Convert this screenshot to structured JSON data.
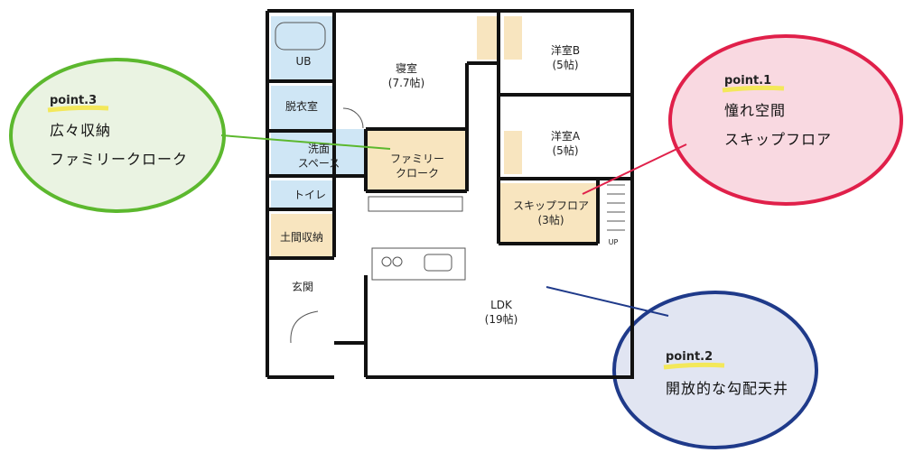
{
  "rooms": {
    "ub": "UB",
    "bedroom": "寝室",
    "bedroom_size": "(7.7帖)",
    "western_b": "洋室B",
    "western_b_size": "(5帖)",
    "western_a": "洋室A",
    "western_a_size": "(5帖)",
    "dressing": "脱衣室",
    "washroom_1": "洗面",
    "washroom_2": "スペース",
    "family_closet_1": "ファミリー",
    "family_closet_2": "クローク",
    "toilet": "トイレ",
    "doma_storage": "土間収納",
    "entrance": "玄関",
    "skip_floor": "スキップフロア",
    "skip_floor_size": "(3帖)",
    "ldk": "LDK",
    "ldk_size": "(19帖)",
    "up": "UP"
  },
  "callouts": {
    "point1": {
      "tag": "point.1",
      "line1": "憧れ空間",
      "line2": "スキップフロア",
      "color": "#e0204a",
      "fill": "#f9d9e1"
    },
    "point2": {
      "tag": "point.2",
      "line1": "開放的な勾配天井",
      "color": "#1f3a8a",
      "fill": "#e1e5f2"
    },
    "point3": {
      "tag": "point.3",
      "line1": "広々収納",
      "line2": "ファミリークローク",
      "color": "#5cb82e",
      "fill": "#eaf3e2"
    }
  },
  "colors": {
    "wet_area": "#cfe6f5",
    "storage": "#f8e5bf",
    "wall": "#111111",
    "highlight": "#f3e85a"
  }
}
